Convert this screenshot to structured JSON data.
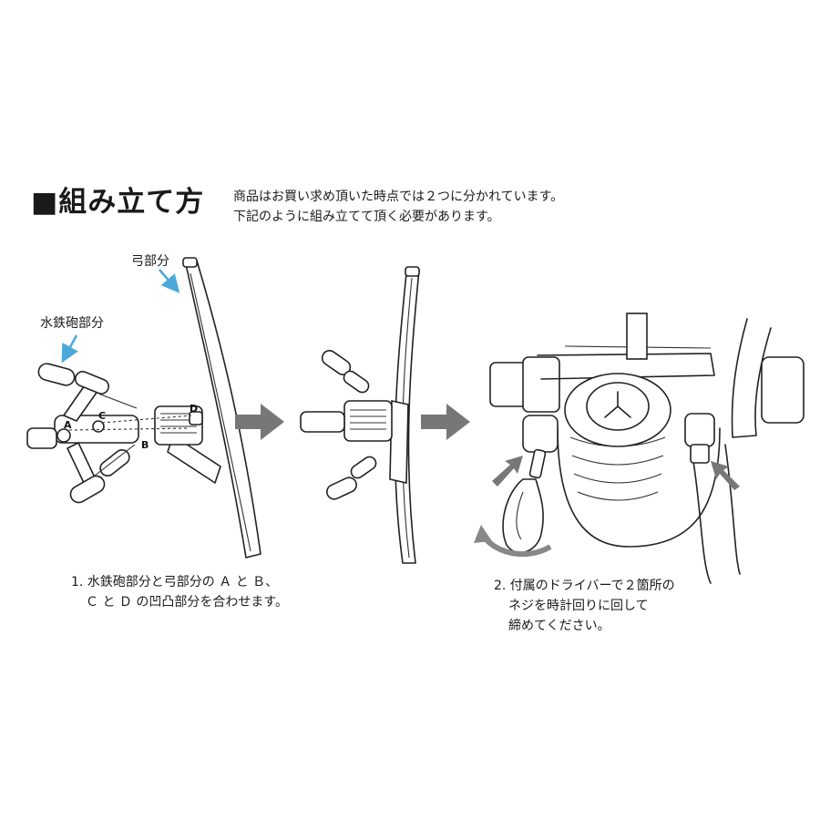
{
  "title": "■組み立て方",
  "intro": {
    "line1": "商品はお買い求め頂いた時点では２つに分かれています。",
    "line2": "下記のように組み立てて頂く必要があります。"
  },
  "labels": {
    "bow_part": "弓部分",
    "water_gun_part": "水鉄砲部分",
    "point_a": "A",
    "point_b": "B",
    "point_c": "C",
    "point_d": "D"
  },
  "steps": [
    {
      "line1": "1. 水鉄砲部分と弓部分の Ａ と Ｂ、",
      "line2": "Ｃ と Ｄ の凹凸部分を合わせます。",
      "line3": ""
    },
    {
      "line1": "2. 付属のドライバーで２箇所の",
      "line2": "ネジを時計回りに回して",
      "line3": "締めてください。"
    }
  ],
  "colors": {
    "accent_arrow": "#4aa8dc",
    "grey_arrow": "#777777",
    "line": "#222222"
  }
}
